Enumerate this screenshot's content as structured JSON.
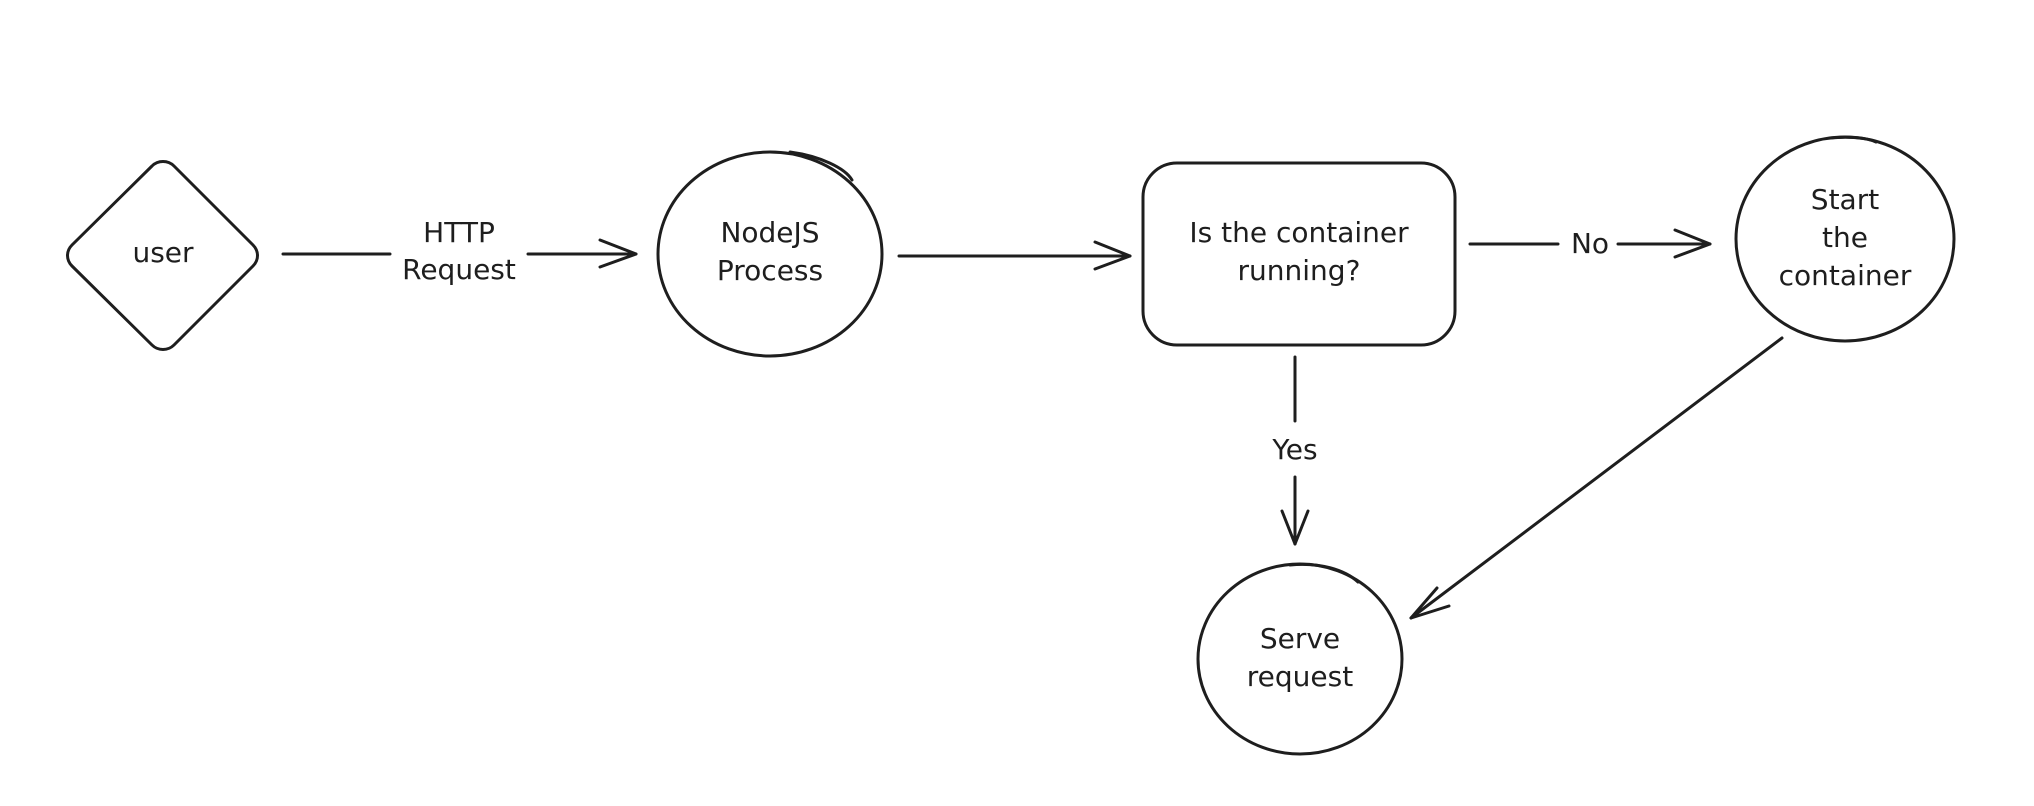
{
  "nodes": {
    "user": {
      "label": "user",
      "shape": "diamond"
    },
    "nodejs": {
      "line1": "NodeJS",
      "line2": "Process",
      "shape": "circle"
    },
    "check": {
      "line1": "Is the container",
      "line2": "running?",
      "shape": "rounded-rectangle"
    },
    "start": {
      "line1": "Start",
      "line2": "the",
      "line3": "container",
      "shape": "circle"
    },
    "serve": {
      "line1": "Serve",
      "line2": "request",
      "shape": "circle"
    }
  },
  "edges": {
    "user_to_nodejs": {
      "line1": "HTTP",
      "line2": "Request"
    },
    "nodejs_to_check": {},
    "check_to_start": {
      "label": "No"
    },
    "check_to_serve": {
      "label": "Yes"
    },
    "start_to_serve": {}
  },
  "colors": {
    "stroke": "#1e1e1e",
    "background": "#ffffff"
  }
}
